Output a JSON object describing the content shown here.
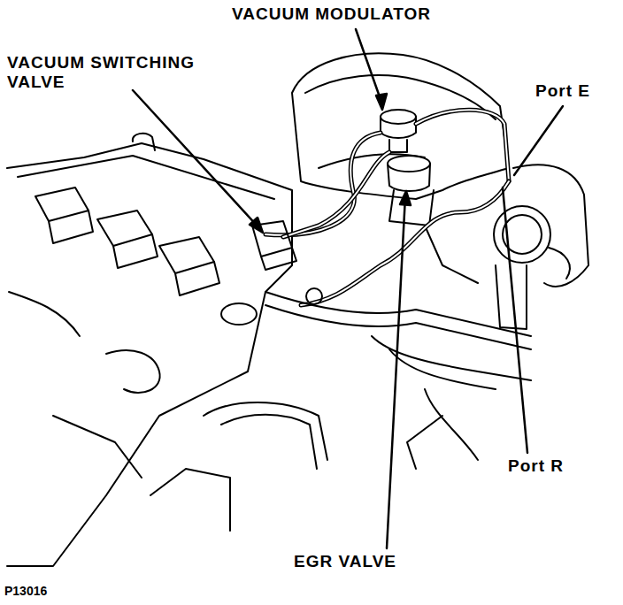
{
  "diagram": {
    "labels": [
      "VACUUM MODULATOR",
      "VACUUM SWITCHING VALVE",
      "Port E",
      "Port R",
      "EGR VALVE",
      "P13016"
    ]
  }
}
